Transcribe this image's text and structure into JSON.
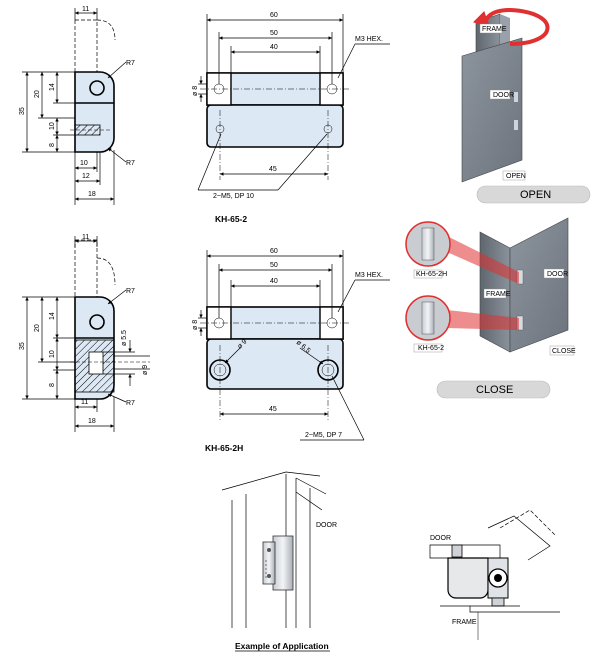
{
  "side_top": {
    "dims": [
      "11",
      "35",
      "20",
      "14",
      "10",
      "8",
      "10",
      "12",
      "18"
    ],
    "radii": [
      "R7",
      "R7"
    ]
  },
  "front_top": {
    "dims": [
      "60",
      "50",
      "40",
      "45",
      "ø 8"
    ],
    "callouts": [
      "M3 HEX.",
      "2~M5, DP 10"
    ],
    "model": "KH-65-2"
  },
  "side_bottom": {
    "dims": [
      "11",
      "35",
      "20",
      "14",
      "10",
      "8",
      "11",
      "18",
      "ø 5.5",
      "ø 9"
    ],
    "radii": [
      "R7",
      "R7"
    ]
  },
  "front_bottom": {
    "dims": [
      "60",
      "50",
      "40",
      "45",
      "ø 8",
      "ø 9",
      "ø 6.5"
    ],
    "callouts": [
      "M3 HEX.",
      "2~M5, DP 7"
    ],
    "model": "KH-65-2H"
  },
  "iso_open": {
    "labels": [
      "FRAME",
      "DOOR",
      "OPEN"
    ],
    "button": "OPEN"
  },
  "iso_close": {
    "labels": [
      "DOOR",
      "FRAME",
      "CLOSE",
      "KH-65-2H",
      "KH-65-2"
    ],
    "button": "CLOSE"
  },
  "application": {
    "labels": [
      "DOOR"
    ],
    "caption": "Example of Application"
  },
  "section_view": {
    "labels": [
      "DOOR",
      "FRAME"
    ]
  },
  "colors": {
    "part_fill": "#dce8f4",
    "arrow_red": "#e03030",
    "pill_gray": "#d8d8d8",
    "panel_gray": "#7d8590"
  }
}
